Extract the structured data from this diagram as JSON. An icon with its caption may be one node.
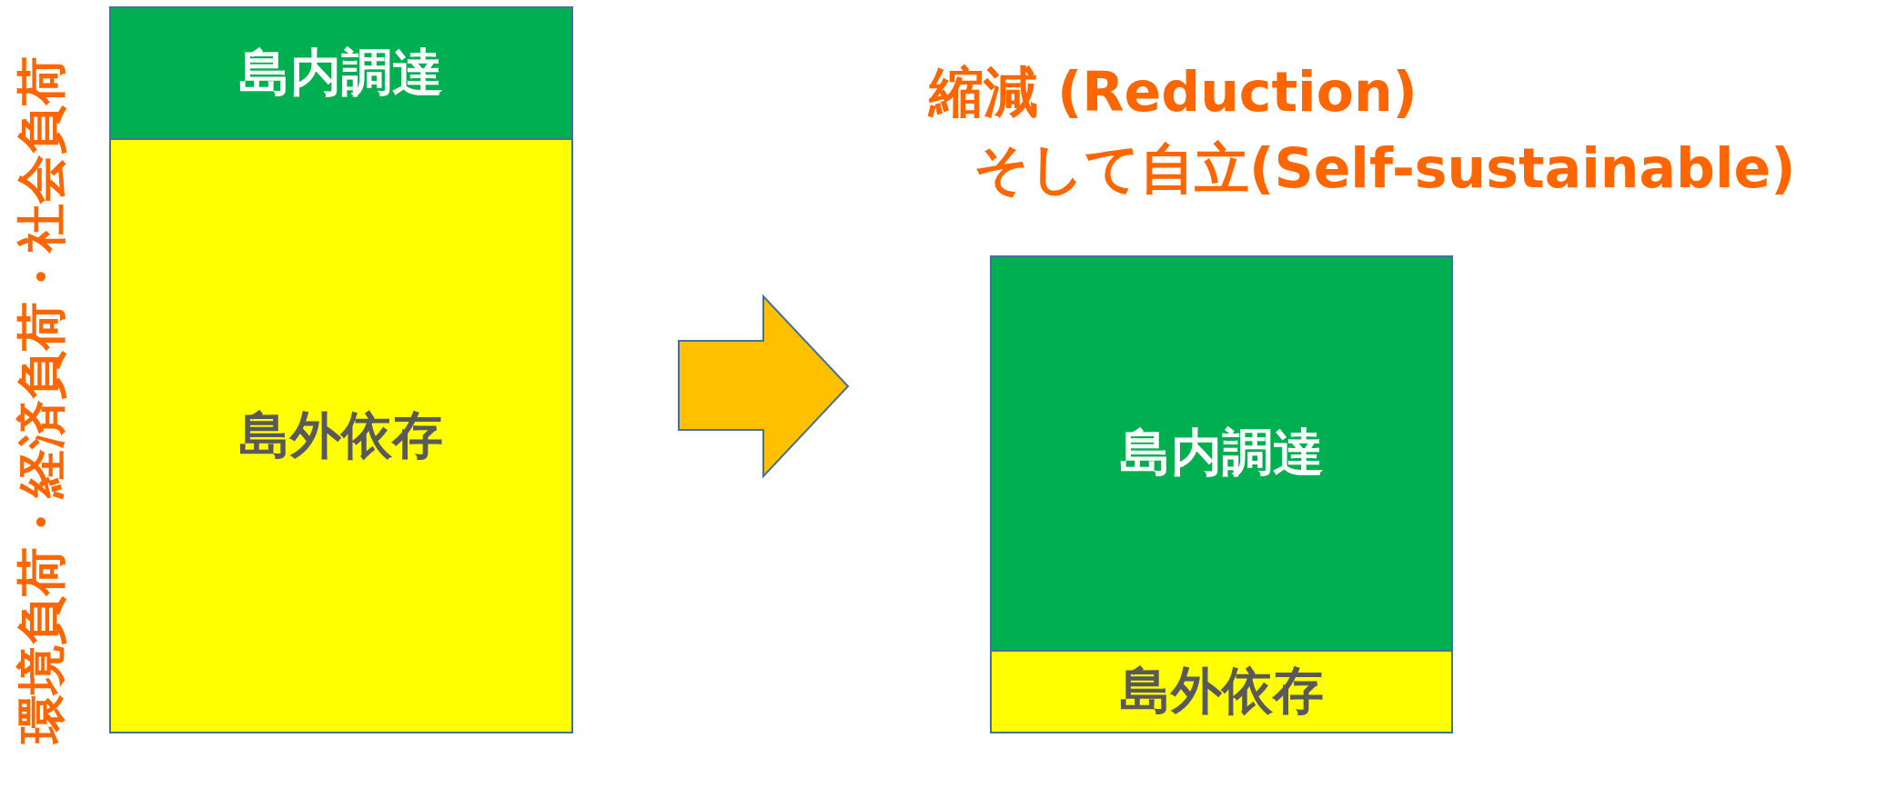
{
  "diagram": {
    "nodes": [
      {
        "text": [
          "島内調達"
        ]
      },
      {
        "text": [
          "島外依存"
        ]
      },
      {
        "text": [
          "島内調達"
        ]
      },
      {
        "text": [
          "島外依存"
        ]
      }
    ],
    "edges": [
      {
        "from": 1,
        "to": 2,
        "arrow": "to"
      }
    ],
    "labels": [
      "環境負荷・経済負荷・社会負荷",
      "縮減 (Reduction)",
      "そして自立(Self-sustainable)"
    ]
  }
}
